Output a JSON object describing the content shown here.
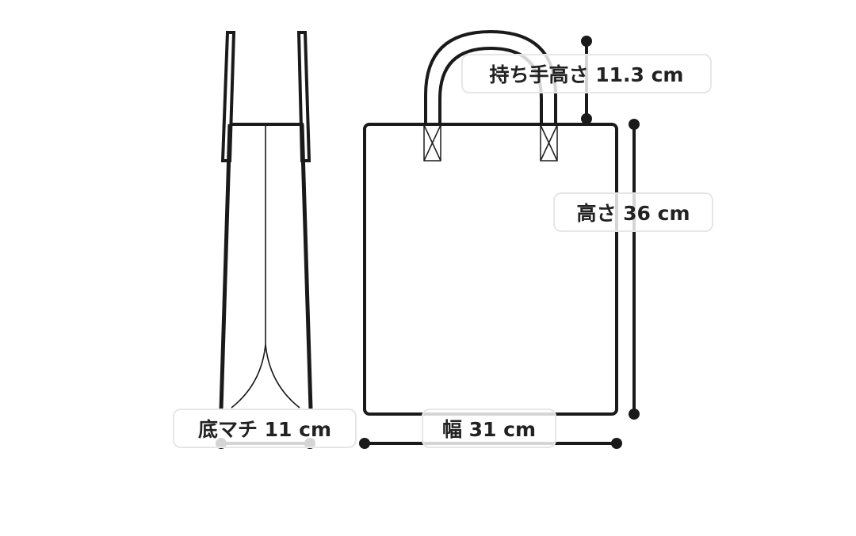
{
  "colors": {
    "line": "#1a1a1a",
    "label_border": "#e6e6e6",
    "label_text": "#222222"
  },
  "labels": {
    "handle_height": "持ち手高さ 11.3 cm",
    "height": "高さ 36 cm",
    "gusset": "底マチ 11 cm",
    "width": "幅 31 cm"
  }
}
